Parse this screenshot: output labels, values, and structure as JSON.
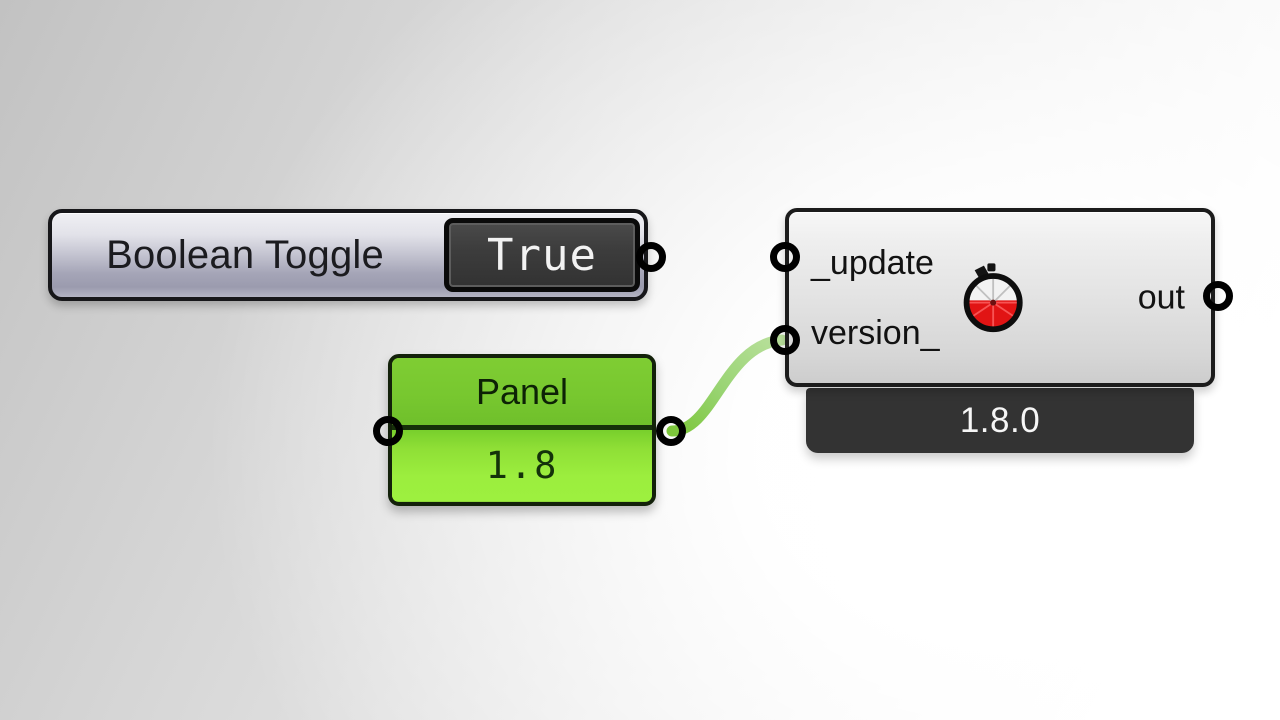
{
  "canvas": {
    "background_from": "#c2c2c2",
    "background_to": "#ffffff"
  },
  "boolean_toggle": {
    "label": "Boolean Toggle",
    "value": "True",
    "accent": "#a5a5b7"
  },
  "panel": {
    "title": "Panel",
    "value": "1.8",
    "accent": "#8ed939"
  },
  "component": {
    "inputs": [
      {
        "label": "_update"
      },
      {
        "label": "version_"
      }
    ],
    "output": {
      "label": "out"
    },
    "icon_name": "stopwatch-icon",
    "version": "1.8.0",
    "footer_color": "#333333"
  },
  "wires": [
    {
      "name": "boolean-to-update",
      "color": "#565656",
      "from": "boolean-toggle-output",
      "to": "component-input-update"
    },
    {
      "name": "panel-to-version",
      "color": "#92cc62",
      "from": "panel-output",
      "to": "component-input-version"
    }
  ]
}
